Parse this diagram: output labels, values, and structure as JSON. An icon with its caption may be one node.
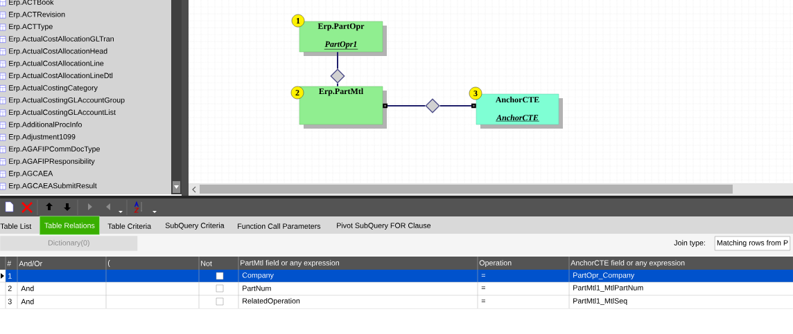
{
  "diagram": {
    "nodes": [
      {
        "text": [
          "Erp.PartOpr",
          "PartOpr1"
        ],
        "beside": [
          "1"
        ]
      },
      {
        "text": [
          "Erp.PartMtl"
        ],
        "beside": [
          "2"
        ]
      },
      {
        "text": [
          "AnchorCTE",
          "AnchorCTE"
        ],
        "beside": [
          "3"
        ]
      },
      {
        "text": [],
        "shape": "diamond"
      },
      {
        "text": [],
        "shape": "diamond"
      }
    ],
    "edges": [
      {
        "from": 0,
        "to": 3,
        "arrow": "none"
      },
      {
        "from": 3,
        "to": 1,
        "arrow": "none"
      },
      {
        "from": 1,
        "to": 4,
        "arrow": "other"
      },
      {
        "from": 4,
        "to": 2,
        "arrow": "other"
      }
    ],
    "labels": [
      "Erp.ACTBook",
      "Erp.ACTRevision",
      "Erp.ACTType",
      "Erp.ActualCostAllocationGLTran",
      "Erp.ActualCostAllocationHead",
      "Erp.ActualCostAllocationLine",
      "Erp.ActualCostAllocationLineDtl",
      "Erp.ActualCostingCategory",
      "Erp.ActualCostingGLAccountGroup",
      "Erp.ActualCostingGLAccountList",
      "Erp.AdditionalProcInfo",
      "Erp.Adjustment1099",
      "Erp.AGAFIPCommDocType",
      "Erp.AGAFIPResponsibility",
      "Erp.AGCAEA",
      "Erp.AGCAEASubmitResult",
      "Table List",
      "Table Relations",
      "Table Criteria",
      "SubQuery Criteria",
      "Function Call Parameters",
      "Pivot SubQuery FOR Clause",
      "Dictionary(0)",
      "Join type:",
      "Matching rows from P",
      "#",
      "And/Or",
      "(",
      "Not",
      "PartMtl field or any expression",
      "Operation",
      "AnchorCTE field or any expression",
      "1",
      "Company",
      "=",
      "PartOpr_Company",
      "2",
      "And",
      "PartNum",
      "=",
      "PartMtl1_MtlPartNum",
      "3",
      "And",
      "RelatedOperation",
      "=",
      "PartMtl1_MtlSeq"
    ]
  }
}
